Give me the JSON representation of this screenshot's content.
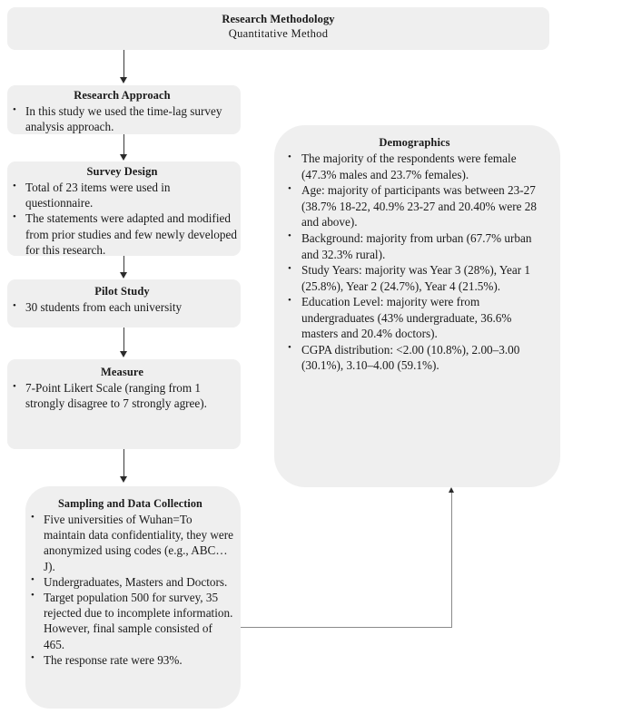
{
  "figure": {
    "type": "flowchart",
    "orientation": "vertical-with-side-panel",
    "box_fill": "#efefef",
    "connector_color": "#2b2b2b"
  },
  "header": {
    "title": "Research Methodology",
    "subtitle": "Quantitative Method"
  },
  "steps": [
    {
      "id": "research-approach",
      "title": "Research Approach",
      "bullets": [
        "In this study we used the time-lag survey analysis approach."
      ]
    },
    {
      "id": "survey-design",
      "title": "Survey Design",
      "bullets": [
        "Total of 23 items were used in questionnaire.",
        "The statements were adapted and modified from prior studies and few newly developed for this research."
      ]
    },
    {
      "id": "pilot-study",
      "title": "Pilot Study",
      "bullets": [
        "30 students from each university"
      ]
    },
    {
      "id": "measure",
      "title": "Measure",
      "bullets": [
        "7-Point Likert Scale (ranging from 1 strongly disagree to 7 strongly agree)."
      ]
    },
    {
      "id": "sampling-and-data-collection",
      "title": "Sampling and Data Collection",
      "bullets": [
        "Five universities of Wuhan=To maintain data confidentiality, they were anonymized using codes (e.g., ABC…J).",
        "Undergraduates, Masters and Doctors.",
        "Target population 500 for survey, 35 rejected due to incomplete information. However, final sample consisted of 465.",
        "The response rate were 93%."
      ]
    }
  ],
  "demographics": {
    "title": "Demographics",
    "bullets": [
      "The majority of the respondents were female (47.3% males and 23.7% females).",
      "Age: majority of participants was between 23-27 (38.7% 18-22, 40.9% 23-27 and 20.40% were 28 and above).",
      "Background: majority from urban (67.7% urban and 32.3% rural).",
      "Study Years: majority was Year 3 (28%), Year 1 (25.8%), Year 2 (24.7%), Year 4 (21.5%).",
      "Education Level: majority were from undergraduates (43% undergraduate, 36.6% masters and 20.4% doctors).",
      "CGPA distribution: <2.00 (10.8%), 2.00–3.00 (30.1%), 3.10–4.00 (59.1%)."
    ]
  }
}
